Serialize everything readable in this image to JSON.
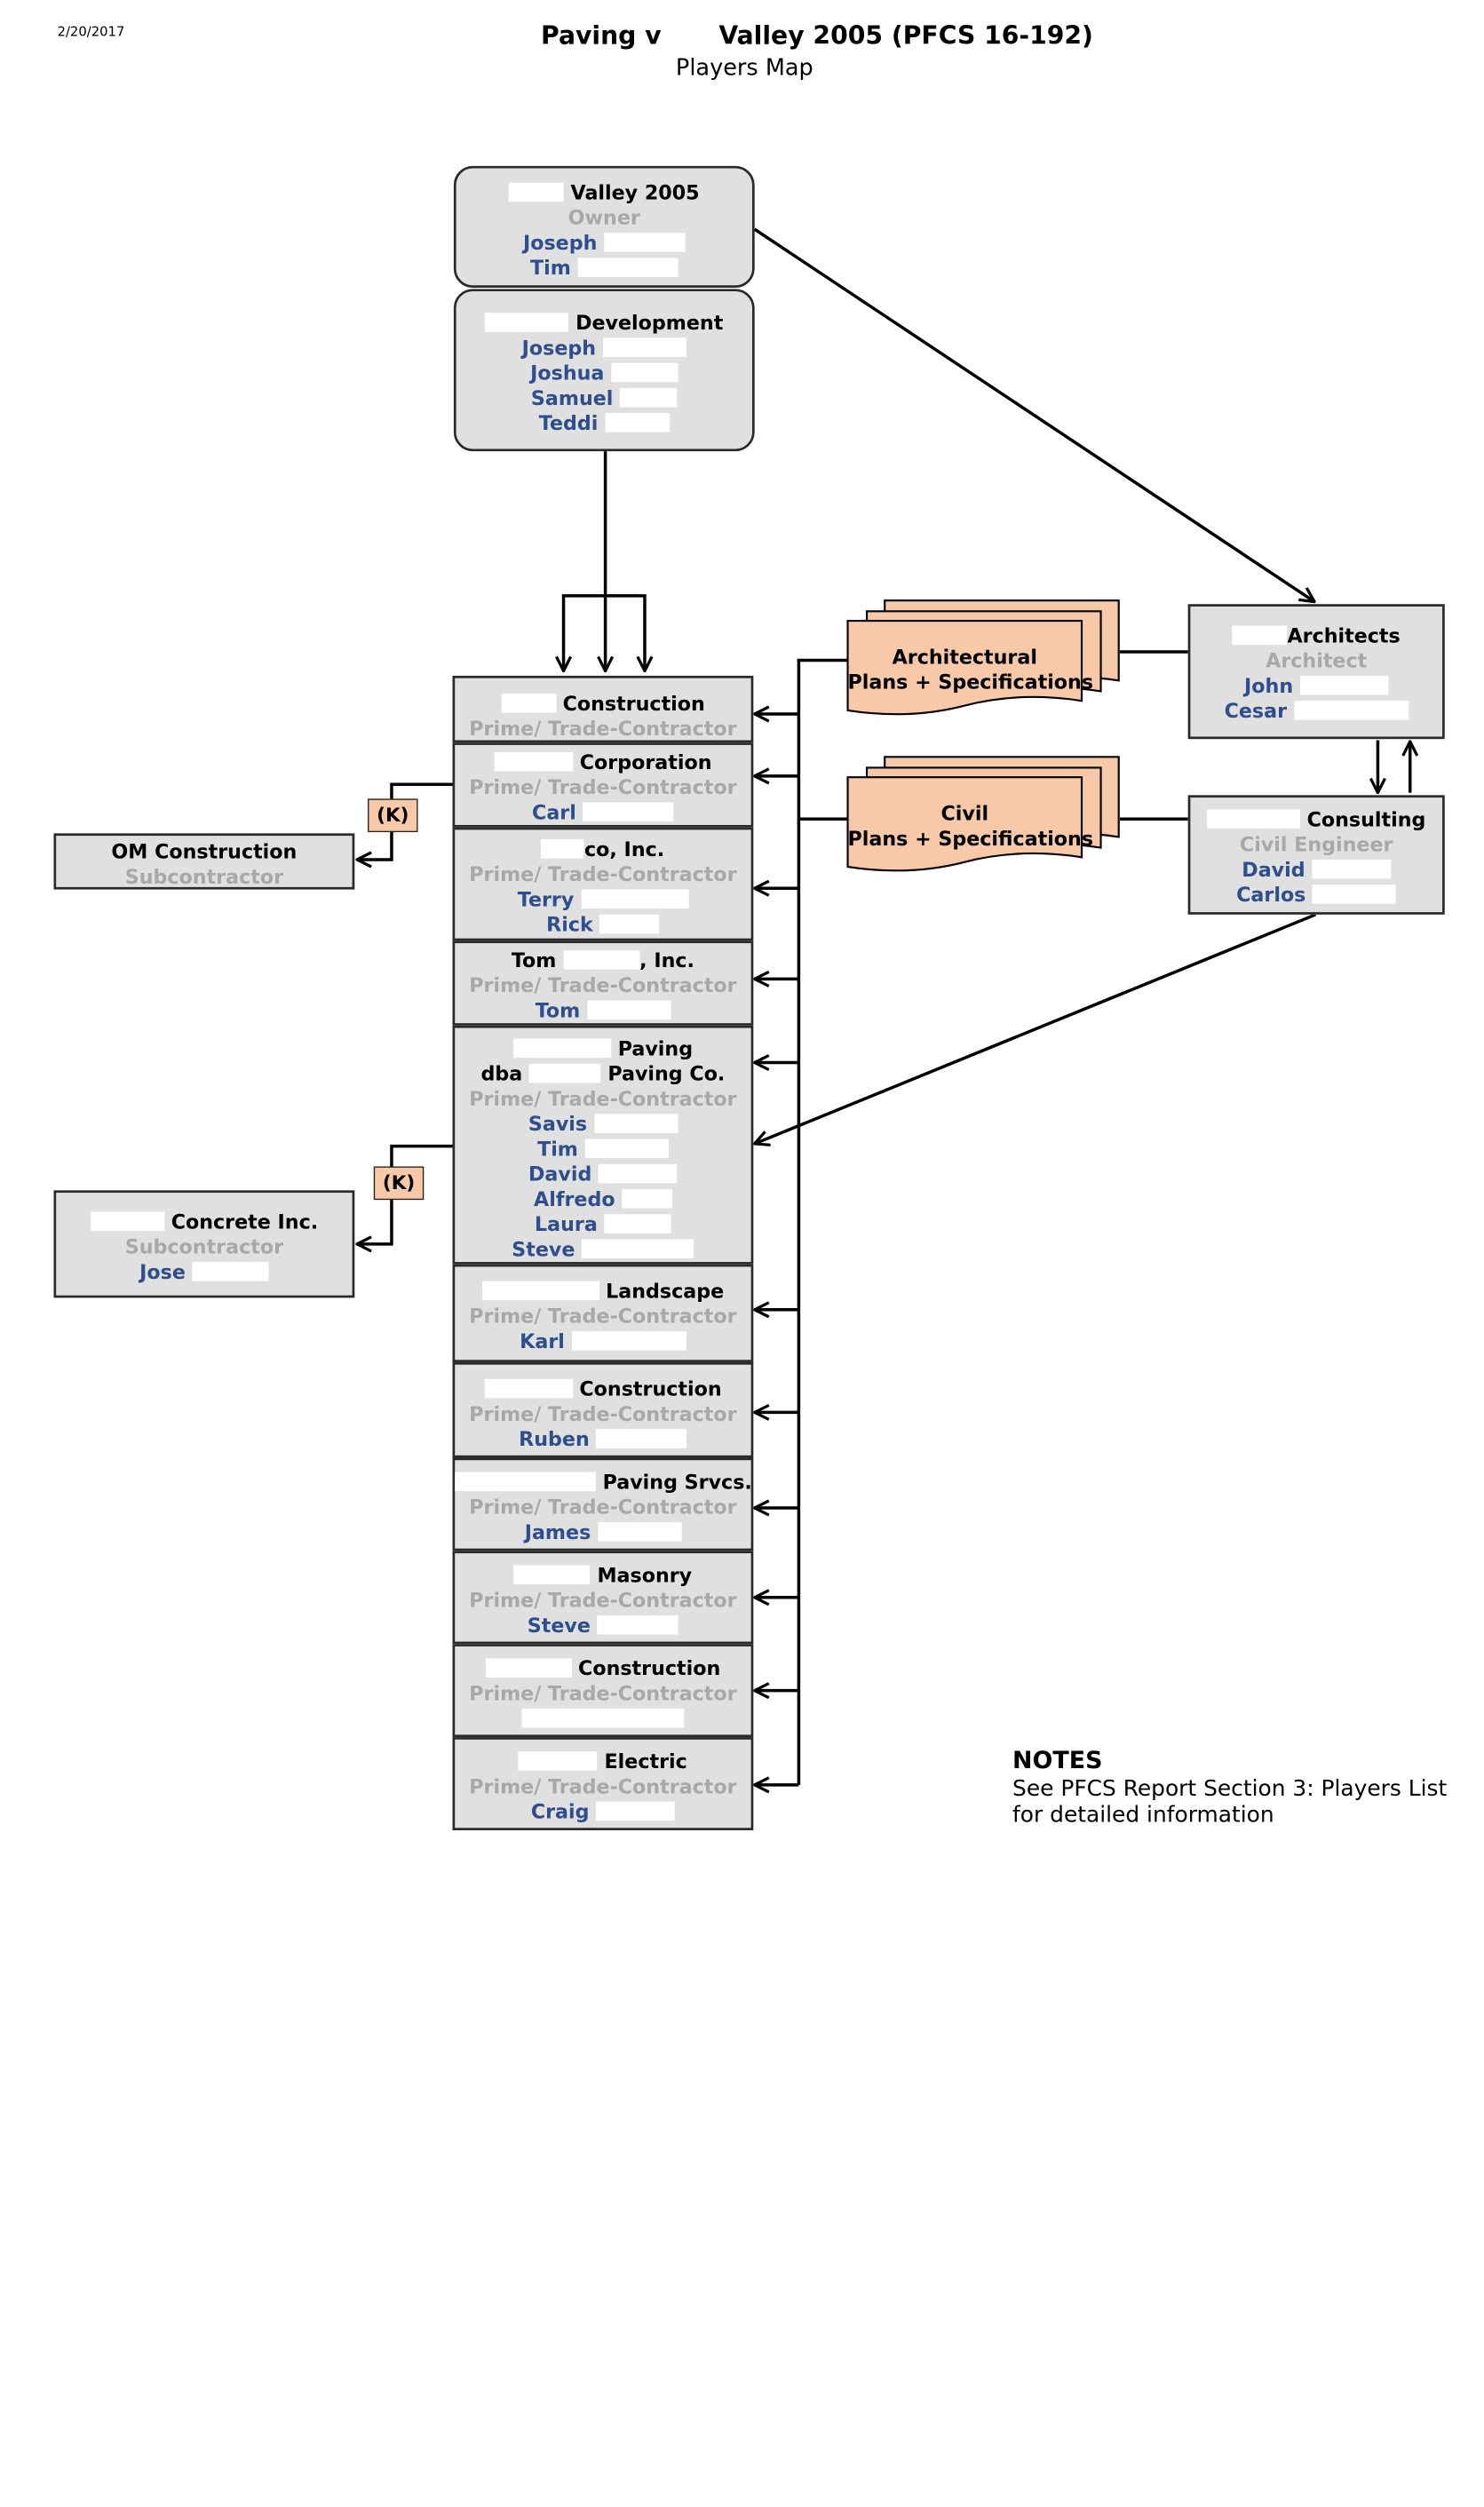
{
  "header": {
    "date": "2/20/2017",
    "title_left": "Paving v",
    "title_right": "Valley 2005 (PFCS 16-192)",
    "subtitle": "Players Map"
  },
  "owner": {
    "name": "Valley 2005",
    "role": "Owner",
    "people": [
      "Joseph",
      "Tim"
    ]
  },
  "developer": {
    "name": "Development",
    "people": [
      "Joseph",
      "Joshua",
      "Samuel",
      "Teddi"
    ]
  },
  "architect": {
    "name": "Architects",
    "role": "Architect",
    "people": [
      "John",
      "Cesar"
    ]
  },
  "civil": {
    "name": "Consulting",
    "role": "Civil Engineer",
    "people": [
      "David",
      "Carlos"
    ]
  },
  "documents": {
    "arch": [
      "Architectural",
      "Plans + Specifications"
    ],
    "civil": [
      "Civil",
      "Plans + Specifications"
    ]
  },
  "contract_role": "Prime/ Trade-Contractor",
  "contractors": {
    "c1": {
      "name": "Construction"
    },
    "c2": {
      "name": "Corporation",
      "person": "Carl"
    },
    "c3": {
      "name": "co, Inc.",
      "people": [
        "Terry",
        "Rick"
      ]
    },
    "c4": {
      "name_a": "Tom",
      "name_b": ", Inc.",
      "person": "Tom"
    },
    "c5": {
      "name": "Paving",
      "dba_prefix": "dba",
      "dba_name": "Paving Co.",
      "people": [
        "Savis",
        "Tim",
        "David",
        "Alfredo",
        "Laura",
        "Steve"
      ]
    },
    "c6": {
      "name": "Landscape",
      "person": "Karl"
    },
    "c7": {
      "name": "Construction",
      "person": "Ruben"
    },
    "c8": {
      "name": "Paving Srvcs.",
      "person": "James"
    },
    "c9": {
      "name": "Masonry",
      "person": "Steve"
    },
    "c10": {
      "name": "Construction"
    },
    "c11": {
      "name": "Electric",
      "person": "Craig"
    }
  },
  "subcontractors": {
    "om": {
      "name": "OM Construction",
      "role": "Subcontractor"
    },
    "concrete": {
      "name": "Concrete Inc.",
      "role": "Subcontractor",
      "person": "Jose"
    }
  },
  "contract_marker": "(K)",
  "notes": {
    "heading": "NOTES",
    "line1": "See PFCS Report Section 3: Players List",
    "line2": "for detailed information"
  },
  "colors": {
    "box_fill": "#e0e0e0",
    "doc_fill": "#f7c9a8",
    "person_text": "#2e4e8e",
    "role_text": "#a8a8a8"
  }
}
